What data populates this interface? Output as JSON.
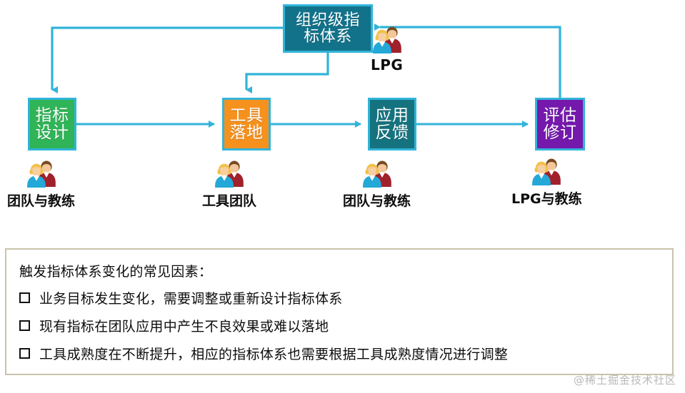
{
  "diagram": {
    "nodes": {
      "top": {
        "lines": [
          "组织级指",
          "标体系"
        ],
        "color": "#12728a",
        "border": "#31b4da"
      },
      "design": {
        "lines": [
          "指标",
          "设计"
        ],
        "color": "#2fb457",
        "border": "#31b4da"
      },
      "tool": {
        "lines": [
          "工具",
          "落地"
        ],
        "color": "#f6911e",
        "border": "#31b4da"
      },
      "apply": {
        "lines": [
          "应用",
          "反馈"
        ],
        "color": "#14737f",
        "border": "#31b4da"
      },
      "assess": {
        "lines": [
          "评估",
          "修订"
        ],
        "color": "#7519ad",
        "border": "#31b4da"
      }
    },
    "actors": {
      "lpg": {
        "label": "LPG",
        "icon": "two-people-icon"
      },
      "design": {
        "label": "团队与教练",
        "icon": "two-people-icon"
      },
      "tool": {
        "label": "工具团队",
        "icon": "two-people-icon"
      },
      "apply": {
        "label": "团队与教练",
        "icon": "two-people-icon"
      },
      "assess": {
        "label": "LPG与教练",
        "icon": "two-people-icon"
      }
    },
    "connector_color": "#31b4da"
  },
  "note": {
    "title": "触发指标体系变化的常见因素：",
    "bullets": [
      "业务目标发生变化，需要调整或重新设计指标体系",
      "现有指标在团队应用中产生不良效果或难以落地",
      "工具成熟度在不断提升，相应的指标体系也需要根据工具成熟度情况进行调整"
    ],
    "border_color": "#c9c3ac"
  },
  "watermark": {
    "text": "@稀土掘金技术社区"
  }
}
